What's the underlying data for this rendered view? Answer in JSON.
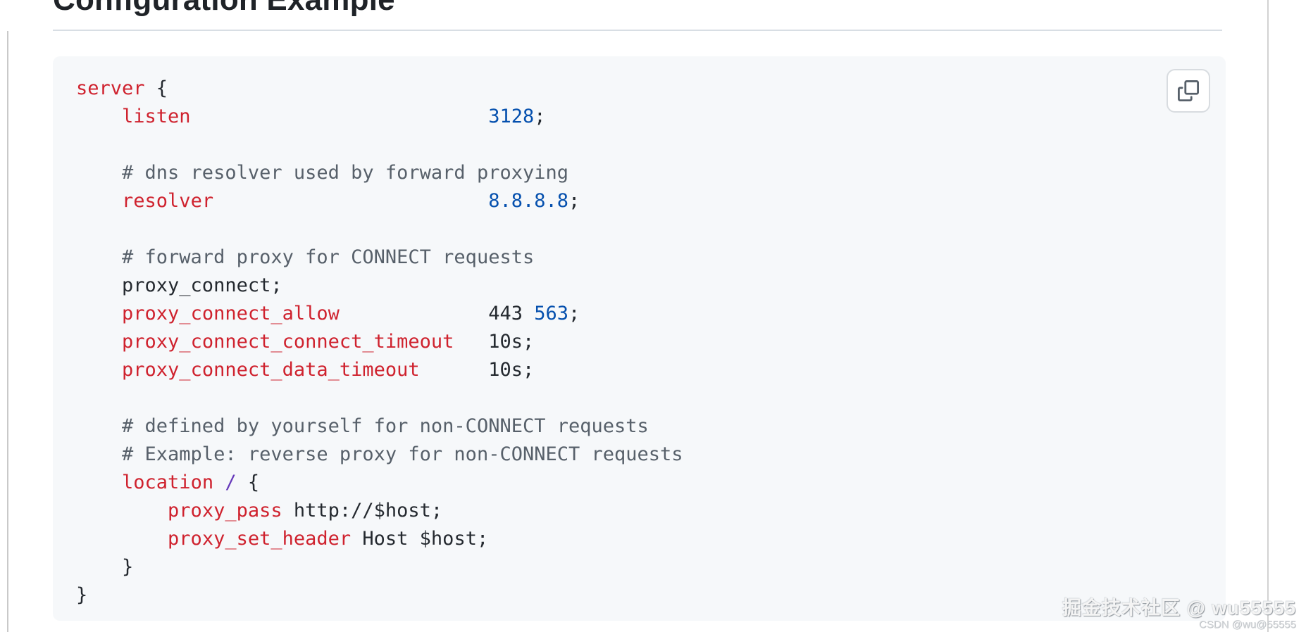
{
  "page": {
    "title": "Configuration Example"
  },
  "code_block": {
    "language": "nginx",
    "background_color": "#f6f8fa",
    "syntax_colors": {
      "keyword": "#cf222e",
      "number": "#0550ae",
      "comment": "#57606a",
      "plain": "#24292f",
      "punct": "#6639ba"
    },
    "copy_button": {
      "icon": "copy-icon"
    },
    "lines": [
      [
        {
          "text": "server",
          "style": "keyword"
        },
        {
          "text": " {",
          "style": "plain"
        }
      ],
      [
        {
          "text": "    ",
          "style": "plain"
        },
        {
          "text": "listen",
          "style": "keyword"
        },
        {
          "text": "                          ",
          "style": "plain"
        },
        {
          "text": "3128",
          "style": "number"
        },
        {
          "text": ";",
          "style": "plain"
        }
      ],
      [],
      [
        {
          "text": "    # dns resolver used by forward proxying",
          "style": "comment"
        }
      ],
      [
        {
          "text": "    ",
          "style": "plain"
        },
        {
          "text": "resolver",
          "style": "keyword"
        },
        {
          "text": "                        ",
          "style": "plain"
        },
        {
          "text": "8.8.8.8",
          "style": "number"
        },
        {
          "text": ";",
          "style": "plain"
        }
      ],
      [],
      [
        {
          "text": "    # forward proxy for CONNECT requests",
          "style": "comment"
        }
      ],
      [
        {
          "text": "    proxy_connect;",
          "style": "plain"
        }
      ],
      [
        {
          "text": "    ",
          "style": "plain"
        },
        {
          "text": "proxy_connect_allow",
          "style": "keyword"
        },
        {
          "text": "             ",
          "style": "plain"
        },
        {
          "text": "443 ",
          "style": "plain"
        },
        {
          "text": "563",
          "style": "number"
        },
        {
          "text": ";",
          "style": "plain"
        }
      ],
      [
        {
          "text": "    ",
          "style": "plain"
        },
        {
          "text": "proxy_connect_connect_timeout",
          "style": "keyword"
        },
        {
          "text": "   ",
          "style": "plain"
        },
        {
          "text": "10s;",
          "style": "plain"
        }
      ],
      [
        {
          "text": "    ",
          "style": "plain"
        },
        {
          "text": "proxy_connect_data_timeout",
          "style": "keyword"
        },
        {
          "text": "      ",
          "style": "plain"
        },
        {
          "text": "10s;",
          "style": "plain"
        }
      ],
      [],
      [
        {
          "text": "    # defined by yourself for non-CONNECT requests",
          "style": "comment"
        }
      ],
      [
        {
          "text": "    # Example: reverse proxy for non-CONNECT requests",
          "style": "comment"
        }
      ],
      [
        {
          "text": "    ",
          "style": "plain"
        },
        {
          "text": "location",
          "style": "keyword"
        },
        {
          "text": " ",
          "style": "plain"
        },
        {
          "text": "/",
          "style": "punct"
        },
        {
          "text": " {",
          "style": "plain"
        }
      ],
      [
        {
          "text": "        ",
          "style": "plain"
        },
        {
          "text": "proxy_pass",
          "style": "keyword"
        },
        {
          "text": " http://$host;",
          "style": "plain"
        }
      ],
      [
        {
          "text": "        ",
          "style": "plain"
        },
        {
          "text": "proxy_set_header",
          "style": "keyword"
        },
        {
          "text": " Host $host;",
          "style": "plain"
        }
      ],
      [
        {
          "text": "    }",
          "style": "plain"
        }
      ],
      [
        {
          "text": "}",
          "style": "plain"
        }
      ]
    ]
  },
  "watermark": {
    "primary": "掘金技术社区 @ wu55555",
    "secondary": "CSDN @wu@55555"
  }
}
